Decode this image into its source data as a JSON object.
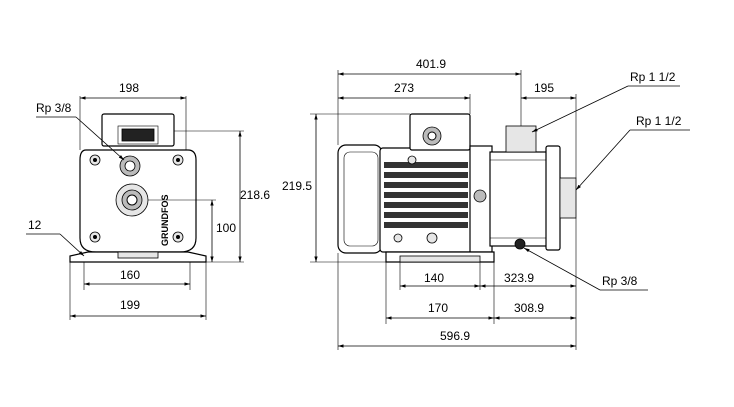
{
  "front_view": {
    "dim_width_top": "198",
    "dim_height": "218.6",
    "dim_shaft_height": "100",
    "dim_foot_inner": "160",
    "dim_foot_outer": "199",
    "label_rp_small": "Rp 3/8",
    "label_foot_thickness": "12",
    "brand_mark": "GRUNDFOS"
  },
  "side_view": {
    "dim_overall_length_top": "401.9",
    "dim_motor_length": "273",
    "dim_outlet_offset": "195",
    "dim_height": "219.5",
    "dim_foot_inner": "140",
    "dim_pump_to_end": "323.9",
    "dim_foot_outer": "170",
    "dim_foot_to_end": "308.9",
    "dim_overall_length": "596.9",
    "label_outlet": "Rp 1 1/2",
    "label_inlet": "Rp 1 1/2",
    "label_drain": "Rp 3/8"
  }
}
